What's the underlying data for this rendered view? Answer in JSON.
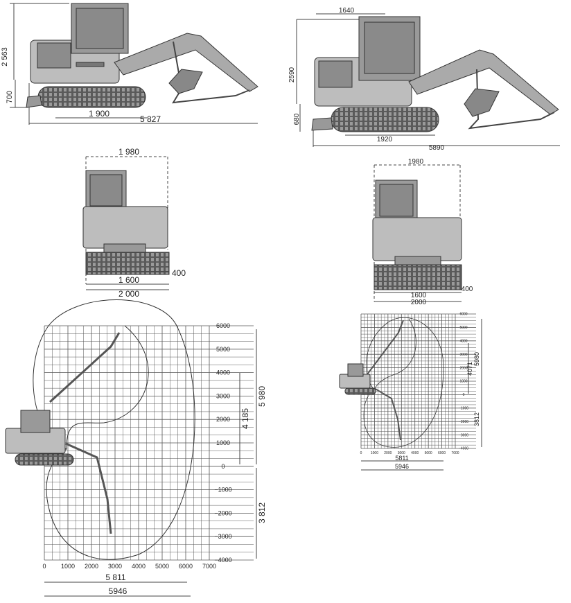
{
  "left": {
    "side_view": {
      "height": "2 563",
      "ground_clear": "700",
      "track_len": "1 900",
      "total_len": "5 827"
    },
    "front_view": {
      "width_top": "1 980",
      "shoe": "400",
      "track_gauge": "1 600",
      "track_width": "2 000"
    },
    "range_chart": {
      "y_ticks": [
        "6000",
        "5000",
        "4000",
        "3000",
        "2000",
        "1000",
        "0",
        "−1000",
        "−2000",
        "−3000",
        "−4000"
      ],
      "x_ticks": [
        "0",
        "1000",
        "2000",
        "3000",
        "4000",
        "5000",
        "6000",
        "7000"
      ],
      "max_height": "5 980",
      "dump_height": "4 185",
      "dig_depth": "3 812",
      "reach_ground": "5 811",
      "max_reach": "5946"
    }
  },
  "right": {
    "side_view": {
      "height": "2590",
      "top_len": "1640",
      "ground_clear": "680",
      "track_len": "1920",
      "total_len": "5890"
    },
    "front_view": {
      "width_top": "1980",
      "shoe": "400",
      "track_gauge": "1600",
      "track_width": "2000"
    },
    "range_chart": {
      "y_ticks": [
        "6000",
        "5000",
        "4000",
        "3000",
        "2000",
        "1000",
        "0",
        "−1000",
        "−2000",
        "−3000",
        "−4000"
      ],
      "x_ticks": [
        "0",
        "1000",
        "2000",
        "3000",
        "4000",
        "5000",
        "6000",
        "7000"
      ],
      "max_height": "5980",
      "dump_height": "4071",
      "dig_depth": "3812",
      "reach_ground": "5811",
      "max_reach": "5946"
    }
  }
}
